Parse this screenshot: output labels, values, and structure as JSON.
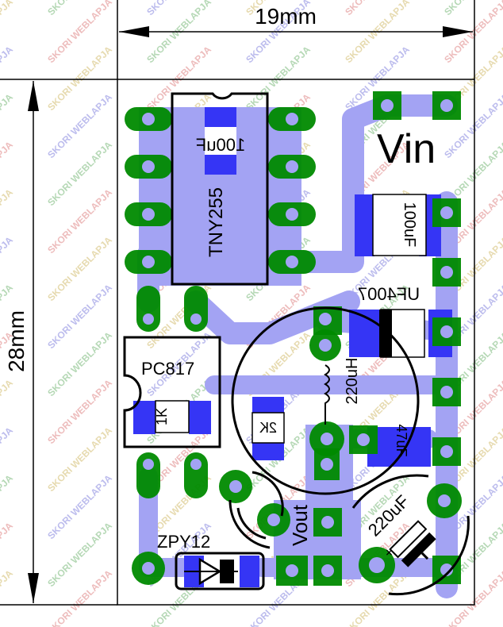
{
  "dimensions": {
    "width_label": "19mm",
    "height_label": "28mm"
  },
  "components": {
    "ic": "TNY255",
    "cap_top": "100uF",
    "cap_vin": "100uF",
    "diode": "UF4007",
    "inductor": "220uH",
    "optocoupler": "PC817",
    "resistor_1": "1K",
    "resistor_2": "2K",
    "cap_small": "47uF",
    "cap_out": "220uF",
    "zener": "ZPY12"
  },
  "connectors": {
    "vin": "Vin",
    "vout": "Vout"
  },
  "watermark": "SKORI WEBLAPJA",
  "colors": {
    "trace": "#a3a3f3",
    "pad": "#008a00",
    "smd_pad": "#3535f5",
    "silk": "#000000"
  }
}
